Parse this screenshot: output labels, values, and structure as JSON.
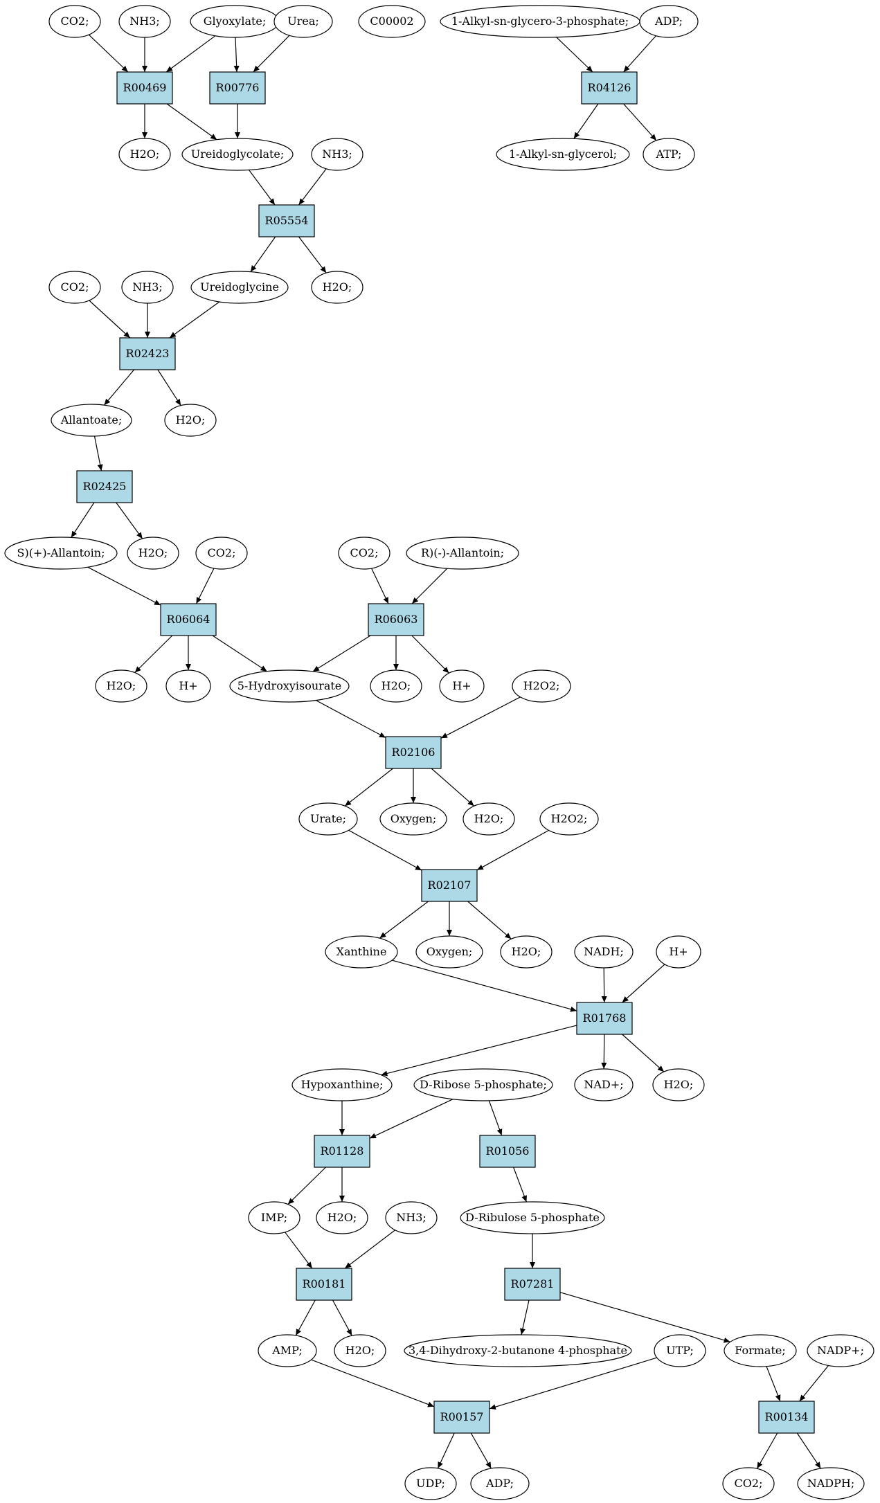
{
  "colors": {
    "reaction_fill": "#add8e6",
    "compound_fill": "#ffffff",
    "highlight_yellow": "#ffff00",
    "highlight_green": "#00ee00",
    "stroke": "#000000"
  },
  "nodes": [
    {
      "id": "co2_a",
      "label": "CO2;",
      "kind": "compound"
    },
    {
      "id": "nh3_a",
      "label": "NH3;",
      "kind": "compound"
    },
    {
      "id": "glyoxylate",
      "label": "Glyoxylate;",
      "kind": "compound"
    },
    {
      "id": "urea",
      "label": "Urea;",
      "kind": "compound"
    },
    {
      "id": "c00002",
      "label": "C00002",
      "kind": "compound",
      "color": "#ffff00"
    },
    {
      "id": "alkyl_g3p",
      "label": "1-Alkyl-sn-glycero-3-phosphate;",
      "kind": "compound"
    },
    {
      "id": "adp_a",
      "label": "ADP;",
      "kind": "compound"
    },
    {
      "id": "r00469",
      "label": "R00469",
      "kind": "reaction"
    },
    {
      "id": "r00776",
      "label": "R00776",
      "kind": "reaction"
    },
    {
      "id": "r04126",
      "label": "R04126",
      "kind": "reaction"
    },
    {
      "id": "h2o_a",
      "label": "H2O;",
      "kind": "compound"
    },
    {
      "id": "ureidoglycolate",
      "label": "Ureidoglycolate;",
      "kind": "compound"
    },
    {
      "id": "nh3_b",
      "label": "NH3;",
      "kind": "compound"
    },
    {
      "id": "alkyl_glycerol",
      "label": "1-Alkyl-sn-glycerol;",
      "kind": "compound"
    },
    {
      "id": "atp",
      "label": "ATP;",
      "kind": "compound"
    },
    {
      "id": "r05554",
      "label": "R05554",
      "kind": "reaction"
    },
    {
      "id": "co2_b",
      "label": "CO2;",
      "kind": "compound"
    },
    {
      "id": "nh3_c",
      "label": "NH3;",
      "kind": "compound"
    },
    {
      "id": "ureidoglycine",
      "label": "Ureidoglycine",
      "kind": "compound"
    },
    {
      "id": "h2o_b",
      "label": "H2O;",
      "kind": "compound"
    },
    {
      "id": "r02423",
      "label": "R02423",
      "kind": "reaction"
    },
    {
      "id": "allantoate",
      "label": "Allantoate;",
      "kind": "compound"
    },
    {
      "id": "h2o_c",
      "label": "H2O;",
      "kind": "compound"
    },
    {
      "id": "r02425",
      "label": "R02425",
      "kind": "reaction"
    },
    {
      "id": "s_allantoin",
      "label": "S)(+)-Allantoin;",
      "kind": "compound"
    },
    {
      "id": "h2o_d",
      "label": "H2O;",
      "kind": "compound"
    },
    {
      "id": "co2_c",
      "label": "CO2;",
      "kind": "compound"
    },
    {
      "id": "co2_d",
      "label": "CO2;",
      "kind": "compound"
    },
    {
      "id": "r_allantoin",
      "label": "R)(-)-Allantoin;",
      "kind": "compound"
    },
    {
      "id": "r06064",
      "label": "R06064",
      "kind": "reaction"
    },
    {
      "id": "r06063",
      "label": "R06063",
      "kind": "reaction"
    },
    {
      "id": "h2o_e",
      "label": "H2O;",
      "kind": "compound"
    },
    {
      "id": "hplus_a",
      "label": "H+",
      "kind": "compound"
    },
    {
      "id": "hydroxyisourate",
      "label": "5-Hydroxyisourate",
      "kind": "compound"
    },
    {
      "id": "h2o_f",
      "label": "H2O;",
      "kind": "compound"
    },
    {
      "id": "hplus_b",
      "label": "H+",
      "kind": "compound"
    },
    {
      "id": "h2o2_a",
      "label": "H2O2;",
      "kind": "compound"
    },
    {
      "id": "r02106",
      "label": "R02106",
      "kind": "reaction"
    },
    {
      "id": "urate",
      "label": "Urate;",
      "kind": "compound"
    },
    {
      "id": "oxygen_a",
      "label": "Oxygen;",
      "kind": "compound"
    },
    {
      "id": "h2o_g",
      "label": "H2O;",
      "kind": "compound"
    },
    {
      "id": "h2o2_b",
      "label": "H2O2;",
      "kind": "compound"
    },
    {
      "id": "r02107",
      "label": "R02107",
      "kind": "reaction"
    },
    {
      "id": "xanthine",
      "label": "Xanthine",
      "kind": "compound"
    },
    {
      "id": "oxygen_b",
      "label": "Oxygen;",
      "kind": "compound"
    },
    {
      "id": "h2o_h",
      "label": "H2O;",
      "kind": "compound"
    },
    {
      "id": "nadh",
      "label": "NADH;",
      "kind": "compound"
    },
    {
      "id": "hplus_c",
      "label": "H+",
      "kind": "compound"
    },
    {
      "id": "r01768",
      "label": "R01768",
      "kind": "reaction"
    },
    {
      "id": "hypoxanthine",
      "label": "Hypoxanthine;",
      "kind": "compound"
    },
    {
      "id": "d_ribose5p",
      "label": "D-Ribose 5-phosphate;",
      "kind": "compound",
      "color": "#00ee00"
    },
    {
      "id": "nadplus",
      "label": "NAD+;",
      "kind": "compound"
    },
    {
      "id": "h2o_i",
      "label": "H2O;",
      "kind": "compound"
    },
    {
      "id": "r01128",
      "label": "R01128",
      "kind": "reaction"
    },
    {
      "id": "r01056",
      "label": "R01056",
      "kind": "reaction"
    },
    {
      "id": "imp",
      "label": "IMP;",
      "kind": "compound"
    },
    {
      "id": "h2o_j",
      "label": "H2O;",
      "kind": "compound"
    },
    {
      "id": "nh3_d",
      "label": "NH3;",
      "kind": "compound"
    },
    {
      "id": "d_ribulose5p",
      "label": "D-Ribulose 5-phosphate",
      "kind": "compound"
    },
    {
      "id": "r00181",
      "label": "R00181",
      "kind": "reaction"
    },
    {
      "id": "r07281",
      "label": "R07281",
      "kind": "reaction"
    },
    {
      "id": "amp",
      "label": "AMP;",
      "kind": "compound"
    },
    {
      "id": "h2o_k",
      "label": "H2O;",
      "kind": "compound"
    },
    {
      "id": "dihydroxy_butanone",
      "label": "3,4-Dihydroxy-2-butanone 4-phosphate",
      "kind": "compound"
    },
    {
      "id": "utp",
      "label": "UTP;",
      "kind": "compound"
    },
    {
      "id": "formate",
      "label": "Formate;",
      "kind": "compound"
    },
    {
      "id": "nadpplus",
      "label": "NADP+;",
      "kind": "compound"
    },
    {
      "id": "r00157",
      "label": "R00157",
      "kind": "reaction"
    },
    {
      "id": "r00134",
      "label": "R00134",
      "kind": "reaction"
    },
    {
      "id": "udp",
      "label": "UDP;",
      "kind": "compound"
    },
    {
      "id": "adp_b",
      "label": "ADP;",
      "kind": "compound"
    },
    {
      "id": "co2_e",
      "label": "CO2;",
      "kind": "compound"
    },
    {
      "id": "nadph",
      "label": "NADPH;",
      "kind": "compound"
    }
  ],
  "edges": [
    [
      "co2_a",
      "r00469"
    ],
    [
      "nh3_a",
      "r00469"
    ],
    [
      "glyoxylate",
      "r00469"
    ],
    [
      "glyoxylate",
      "r00776"
    ],
    [
      "urea",
      "r00776"
    ],
    [
      "alkyl_g3p",
      "r04126"
    ],
    [
      "adp_a",
      "r04126"
    ],
    [
      "r00469",
      "h2o_a"
    ],
    [
      "r00469",
      "ureidoglycolate"
    ],
    [
      "r00776",
      "ureidoglycolate"
    ],
    [
      "r04126",
      "alkyl_glycerol"
    ],
    [
      "r04126",
      "atp"
    ],
    [
      "ureidoglycolate",
      "r05554"
    ],
    [
      "nh3_b",
      "r05554"
    ],
    [
      "r05554",
      "ureidoglycine"
    ],
    [
      "r05554",
      "h2o_b"
    ],
    [
      "co2_b",
      "r02423"
    ],
    [
      "nh3_c",
      "r02423"
    ],
    [
      "ureidoglycine",
      "r02423"
    ],
    [
      "r02423",
      "allantoate"
    ],
    [
      "r02423",
      "h2o_c"
    ],
    [
      "allantoate",
      "r02425"
    ],
    [
      "r02425",
      "s_allantoin"
    ],
    [
      "r02425",
      "h2o_d"
    ],
    [
      "s_allantoin",
      "r06064"
    ],
    [
      "co2_c",
      "r06064"
    ],
    [
      "co2_d",
      "r06063"
    ],
    [
      "r_allantoin",
      "r06063"
    ],
    [
      "r06064",
      "h2o_e"
    ],
    [
      "r06064",
      "hplus_a"
    ],
    [
      "r06064",
      "hydroxyisourate"
    ],
    [
      "r06063",
      "hydroxyisourate"
    ],
    [
      "r06063",
      "h2o_f"
    ],
    [
      "r06063",
      "hplus_b"
    ],
    [
      "hydroxyisourate",
      "r02106"
    ],
    [
      "h2o2_a",
      "r02106"
    ],
    [
      "r02106",
      "urate"
    ],
    [
      "r02106",
      "oxygen_a"
    ],
    [
      "r02106",
      "h2o_g"
    ],
    [
      "urate",
      "r02107"
    ],
    [
      "h2o2_b",
      "r02107"
    ],
    [
      "r02107",
      "xanthine"
    ],
    [
      "r02107",
      "oxygen_b"
    ],
    [
      "r02107",
      "h2o_h"
    ],
    [
      "xanthine",
      "r01768"
    ],
    [
      "nadh",
      "r01768"
    ],
    [
      "hplus_c",
      "r01768"
    ],
    [
      "r01768",
      "hypoxanthine"
    ],
    [
      "r01768",
      "nadplus"
    ],
    [
      "r01768",
      "h2o_i"
    ],
    [
      "hypoxanthine",
      "r01128"
    ],
    [
      "d_ribose5p",
      "r01128"
    ],
    [
      "d_ribose5p",
      "r01056"
    ],
    [
      "r01128",
      "imp"
    ],
    [
      "r01128",
      "h2o_j"
    ],
    [
      "r01056",
      "d_ribulose5p"
    ],
    [
      "imp",
      "r00181"
    ],
    [
      "nh3_d",
      "r00181"
    ],
    [
      "d_ribulose5p",
      "r07281"
    ],
    [
      "r00181",
      "amp"
    ],
    [
      "r00181",
      "h2o_k"
    ],
    [
      "r07281",
      "dihydroxy_butanone"
    ],
    [
      "r07281",
      "formate"
    ],
    [
      "amp",
      "r00157"
    ],
    [
      "utp",
      "r00157"
    ],
    [
      "formate",
      "r00134"
    ],
    [
      "nadpplus",
      "r00134"
    ],
    [
      "r00157",
      "udp"
    ],
    [
      "r00157",
      "adp_b"
    ],
    [
      "r00134",
      "co2_e"
    ],
    [
      "r00134",
      "nadph"
    ]
  ]
}
